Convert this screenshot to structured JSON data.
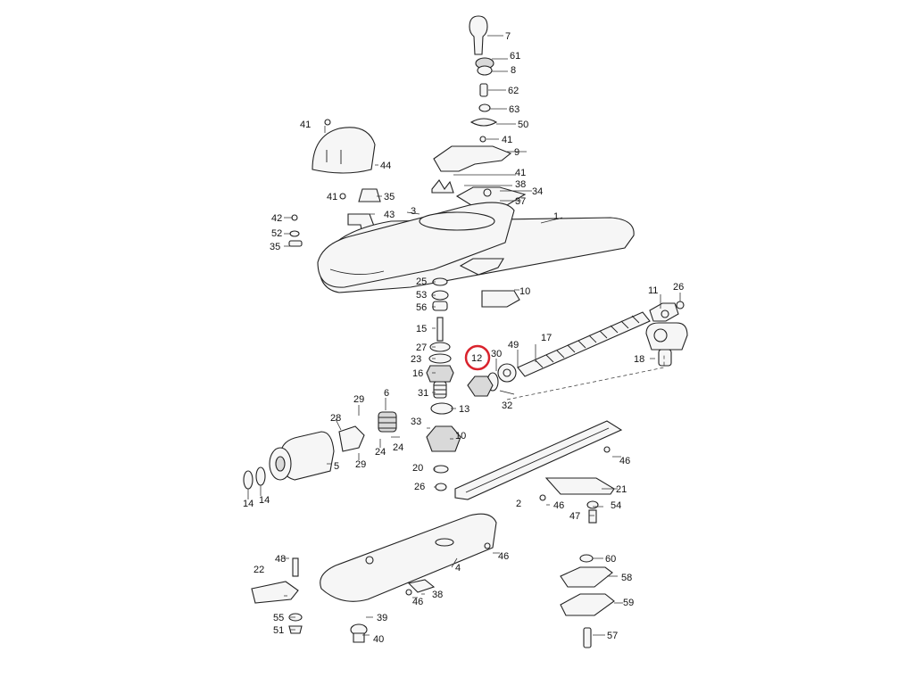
{
  "labels": {
    "p1": "1",
    "p2": "2",
    "p3": "3",
    "p4": "4",
    "p5": "5",
    "p6": "6",
    "p7": "7",
    "p8": "8",
    "p9": "9",
    "p10a": "10",
    "p10b": "10",
    "p11": "11",
    "p12": "12",
    "p13": "13",
    "p14a": "14",
    "p14b": "14",
    "p15": "15",
    "p16": "16",
    "p17": "17",
    "p18": "18",
    "p20": "20",
    "p21": "21",
    "p22": "22",
    "p23": "23",
    "p24a": "24",
    "p24b": "24",
    "p25": "25",
    "p26a": "26",
    "p26b": "26",
    "p27": "27",
    "p28": "28",
    "p29a": "29",
    "p29b": "29",
    "p30": "30",
    "p31": "31",
    "p32": "32",
    "p33": "33",
    "p34": "34",
    "p35a": "35",
    "p35b": "35",
    "p37": "37",
    "p38a": "38",
    "p38b": "38",
    "p39": "39",
    "p40": "40",
    "p41a": "41",
    "p41b": "41",
    "p41c": "41",
    "p41d": "41",
    "p42": "42",
    "p43": "43",
    "p44": "44",
    "p46a": "46",
    "p46b": "46",
    "p46c": "46",
    "p46d": "46",
    "p47": "47",
    "p48": "48",
    "p49": "49",
    "p50": "50",
    "p51": "51",
    "p52": "52",
    "p53": "53",
    "p54": "54",
    "p55": "55",
    "p56": "56",
    "p57": "57",
    "p58": "58",
    "p59": "59",
    "p60": "60",
    "p61": "61",
    "p62": "62",
    "p63": "63"
  },
  "highlight": {
    "part": "12",
    "color": "#d9232d"
  }
}
